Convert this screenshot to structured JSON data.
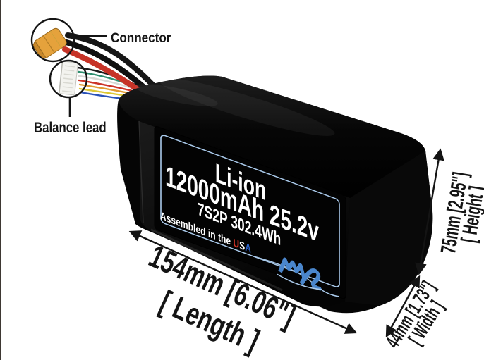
{
  "image": {
    "background": "#ffffff",
    "left_edge_line": "#3e3833"
  },
  "battery_label": {
    "chemistry": "Li-ion",
    "capacity": "12000mAh 25.2v",
    "configuration": "7S2P 302.4Wh",
    "assembled_prefix": "Assembled in the ",
    "usa_u": "U",
    "usa_s": "S",
    "usa_a": "A"
  },
  "callouts": {
    "connector": "Connector",
    "balance_lead": "Balance lead"
  },
  "dimensions": {
    "length": {
      "value": "154mm [6.06\"]",
      "label": "[ Length ]"
    },
    "height": {
      "value": "75mm [2.95\"]",
      "label": "[ Height ]"
    },
    "width": {
      "value": "44mm [1.73\"]",
      "label": "[ Width ]"
    }
  },
  "icons": {
    "xt60_connector": "orange-xt60-plug-icon",
    "balance_connector": "white-balance-plug-icon",
    "length_arrow": "double-arrow-icon",
    "height_arrow": "double-arrow-icon",
    "width_arrow": "double-arrow-icon",
    "brand_logo": "maxamps-logo-icon"
  },
  "colors": {
    "pinstripe": "#a9c9ea",
    "logo_blue": "#4a86cc",
    "usa_red": "#d23327",
    "usa_white": "#ffffff",
    "usa_blue": "#2d62c8",
    "connector_orange": "#e5a23c",
    "annotation_black": "#141414",
    "label_text": "#ffffff"
  }
}
